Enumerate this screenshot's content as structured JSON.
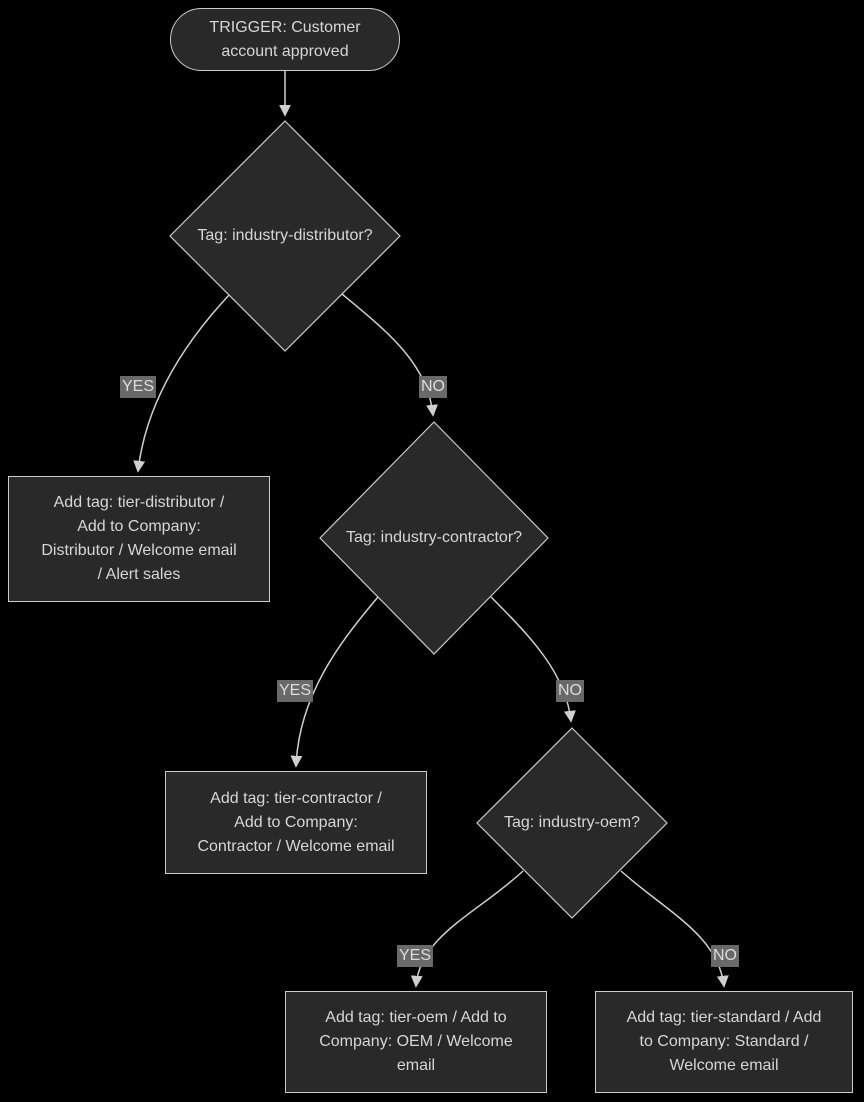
{
  "colors": {
    "background": "#000000",
    "node_fill": "#292929",
    "node_border": "#cccccc",
    "node_text": "#d6d6d6",
    "edge": "#d0d0d0",
    "edge_label_bg": "#696969",
    "edge_label_text": "#dcdcdc"
  },
  "diagram": {
    "type": "flowchart",
    "trigger": {
      "label": "TRIGGER: Customer account approved",
      "lines": [
        "TRIGGER: Customer",
        "account approved"
      ]
    },
    "decisions": [
      {
        "label": "Tag: industry-distributor?"
      },
      {
        "label": "Tag: industry-contractor?"
      },
      {
        "label": "Tag: industry-oem?"
      }
    ],
    "actions": [
      {
        "label": "Add tag: tier-distributor / Add to Company: Distributor / Welcome email / Alert sales",
        "lines": [
          "Add tag: tier-distributor /",
          "Add to Company:",
          "Distributor / Welcome email",
          "/ Alert sales"
        ]
      },
      {
        "label": "Add tag: tier-contractor / Add to Company: Contractor / Welcome email",
        "lines": [
          "Add tag: tier-contractor /",
          "Add to Company:",
          "Contractor / Welcome email"
        ]
      },
      {
        "label": "Add tag: tier-oem / Add to Company: OEM / Welcome email",
        "lines": [
          "Add tag: tier-oem / Add to",
          "Company: OEM / Welcome",
          "email"
        ]
      },
      {
        "label": "Add tag: tier-standard / Add to Company: Standard / Welcome email",
        "lines": [
          "Add tag: tier-standard / Add",
          "to Company: Standard /",
          "Welcome email"
        ]
      }
    ],
    "edges": [
      {
        "from": "trigger",
        "to": "decision-industry-distributor",
        "label": ""
      },
      {
        "from": "decision-industry-distributor",
        "to": "action-tier-distributor",
        "label": "YES"
      },
      {
        "from": "decision-industry-distributor",
        "to": "decision-industry-contractor",
        "label": "NO"
      },
      {
        "from": "decision-industry-contractor",
        "to": "action-tier-contractor",
        "label": "YES"
      },
      {
        "from": "decision-industry-contractor",
        "to": "decision-industry-oem",
        "label": "NO"
      },
      {
        "from": "decision-industry-oem",
        "to": "action-tier-oem",
        "label": "YES"
      },
      {
        "from": "decision-industry-oem",
        "to": "action-tier-standard",
        "label": "NO"
      }
    ]
  }
}
